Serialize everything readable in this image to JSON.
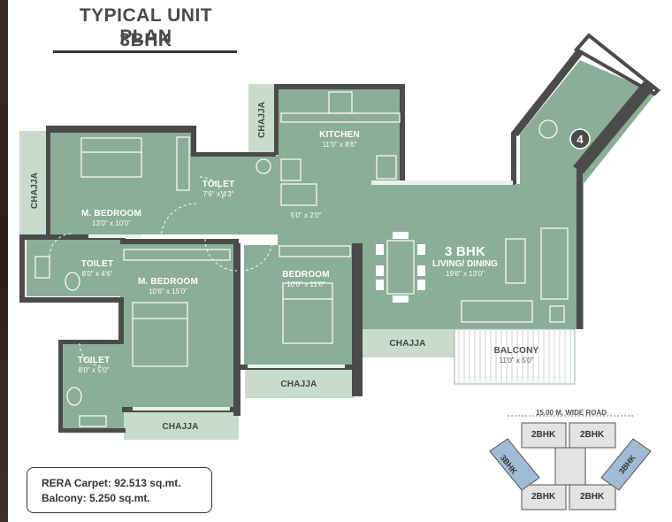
{
  "header": {
    "title_line1": "TYPICAL UNIT PLAN",
    "title_line2": "3BHK"
  },
  "rooms": {
    "kitchen": {
      "name": "KITCHEN",
      "dim": "11'0\" x 8'6\""
    },
    "master_bedroom_1": {
      "name": "M. BEDROOM",
      "dim": "13'0\" x 10'0\""
    },
    "toilet_1": {
      "name": "TOILET",
      "dim": "7'6\" x 4'3\""
    },
    "utility": {
      "dim": "5'0\" x 2'0\""
    },
    "toilet_2": {
      "name": "TOILET",
      "dim": "8'0\" x 4'6\""
    },
    "master_bedroom_2": {
      "name": "M. BEDROOM",
      "dim": "10'6\" x 15'0\""
    },
    "bedroom": {
      "name": "BEDROOM",
      "dim": "10'0\" x 11'0\""
    },
    "living": {
      "title": "3 BHK",
      "name": "LIVING/ DINING",
      "dim": "19'6\" x 13'0\""
    },
    "toilet_3": {
      "name": "TOILET",
      "dim": "8'0\" x 5'0\""
    },
    "balcony": {
      "name": "BALCONY",
      "dim": "11'0\" x 5'0\""
    }
  },
  "chajja_label": "CHAJJA",
  "unit_number": "4",
  "areas": {
    "carpet": "RERA Carpet: 92.513 sq.mt.",
    "balcony": "Balcony: 5.250 sq.mt."
  },
  "key_plan": {
    "road": "15.00 M. WIDE ROAD",
    "units": [
      "2BHK",
      "2BHK",
      "3BHK",
      "3BHK",
      "2BHK",
      "2BHK"
    ]
  },
  "colors": {
    "floor": "#8aae97",
    "wall": "#4b4b4b",
    "chajja": "#c7dccd"
  }
}
